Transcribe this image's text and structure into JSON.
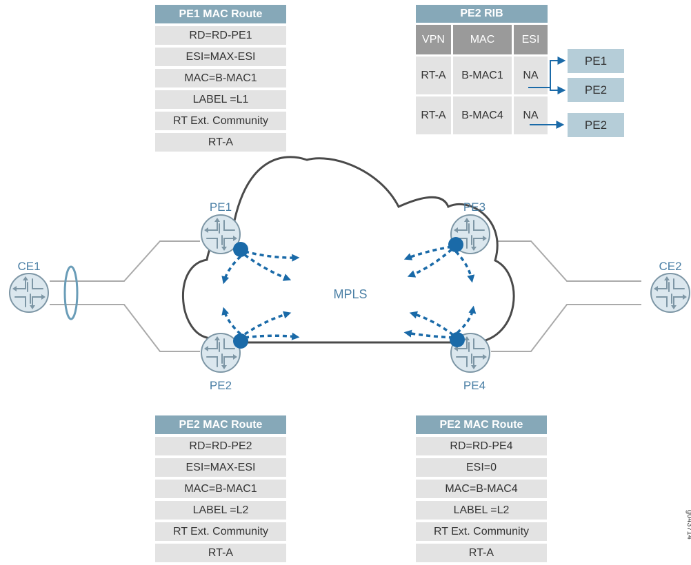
{
  "tables": {
    "pe1_mac_route": {
      "title": "PE1 MAC Route",
      "rows": [
        "RD=RD-PE1",
        "ESI=MAX-ESI",
        "MAC=B-MAC1",
        "LABEL =L1",
        "RT Ext. Community",
        "RT-A"
      ]
    },
    "pe2_mac_route": {
      "title": "PE2 MAC Route",
      "rows": [
        "RD=RD-PE2",
        "ESI=MAX-ESI",
        "MAC=B-MAC1",
        "LABEL =L2",
        "RT Ext. Community",
        "RT-A"
      ]
    },
    "pe4_mac_route": {
      "title": "PE2 MAC Route",
      "rows": [
        "RD=RD-PE4",
        "ESI=0",
        "MAC=B-MAC4",
        "LABEL =L2",
        "RT Ext. Community",
        "RT-A"
      ]
    }
  },
  "rib": {
    "title": "PE2 RIB",
    "headers": [
      "VPN",
      "MAC",
      "ESI"
    ],
    "rows": [
      [
        "RT-A",
        "B-MAC1",
        "NA"
      ],
      [
        "RT-A",
        "B-MAC4",
        "NA"
      ]
    ],
    "next_hops": [
      "PE1",
      "PE2",
      "PE2"
    ]
  },
  "network": {
    "cloud_label": "MPLS",
    "nodes": {
      "ce1": "CE1",
      "ce2": "CE2",
      "pe1": "PE1",
      "pe2": "PE2",
      "pe3": "PE3",
      "pe4": "PE4"
    }
  },
  "figure_id": "g043714",
  "colors": {
    "table_header": "#86a8b8",
    "table_cell": "#e3e3e3",
    "rib_subheader": "#9a9a9a",
    "next_hop_box": "#b5cdd8",
    "arrow_blue": "#1a6aa8",
    "label_blue": "#4a7fa5",
    "router_fill": "#dbe7ee",
    "router_outline": "#7d96a5"
  }
}
